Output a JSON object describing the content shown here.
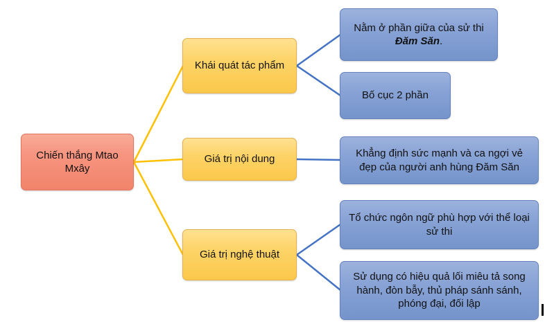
{
  "diagram": {
    "root": {
      "label": "Chiến thắng Mtao Mxây"
    },
    "branches": [
      {
        "label": "Khái quát tác phẩm",
        "leaves": [
          {
            "prefix": "Nằm ở phần giữa của sử thi ",
            "emphasis": "Đăm Săn",
            "suffix": "."
          },
          {
            "text": "Bố cục 2 phần"
          }
        ]
      },
      {
        "label": "Giá trị nội dung",
        "leaves": [
          {
            "text": "Khẳng định sức mạnh và ca ngợi vẻ đẹp của người anh hùng Đăm Săn"
          }
        ]
      },
      {
        "label": "Giá trị nghệ thuật",
        "leaves": [
          {
            "text": "Tổ chức ngôn ngữ phù hợp với thể loại sử thi"
          },
          {
            "text": "Sử dụng có hiệu quả lối miêu tả song hành, đòn bẫy, thủ pháp sánh sánh, phóng đại, đối lập"
          }
        ]
      }
    ],
    "colors": {
      "root_fill": "#F4917A",
      "branch_fill": "#FDD468",
      "leaf_fill": "#85A0D4",
      "connector_root_to_branch": "#FFC000",
      "connector_branch_to_leaf": "#4472C4"
    }
  }
}
